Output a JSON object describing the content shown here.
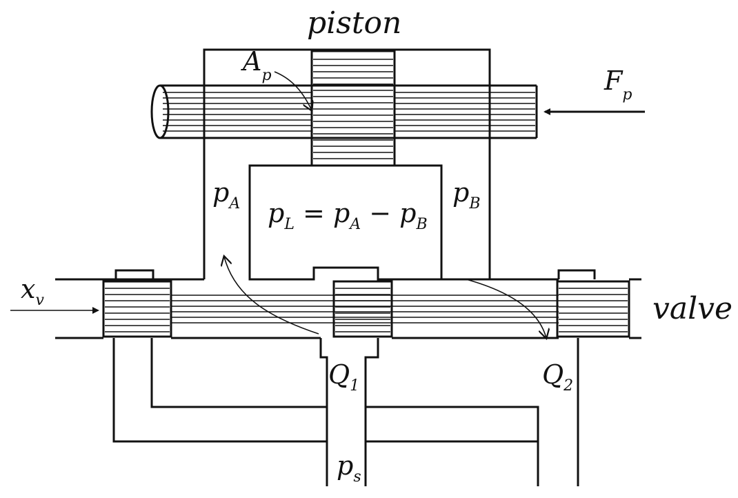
{
  "labels": {
    "piston": "piston",
    "valve": "valve",
    "Ap": {
      "main": "A",
      "sub": "p"
    },
    "Fp": {
      "main": "F",
      "sub": "p"
    },
    "pA": {
      "main": "p",
      "sub": "A"
    },
    "pB": {
      "main": "p",
      "sub": "B"
    },
    "equation": {
      "pL": "p",
      "pL_sub": "L",
      "eq": " = ",
      "pA": "p",
      "pA_sub": "A",
      "minus": " − ",
      "pB": "p",
      "pB_sub": "B"
    },
    "xv": {
      "main": "x",
      "sub": "v"
    },
    "Q1": {
      "main": "Q",
      "sub": "1"
    },
    "Q2": {
      "main": "Q",
      "sub": "2"
    },
    "ps": {
      "main": "p",
      "sub": "s"
    }
  }
}
